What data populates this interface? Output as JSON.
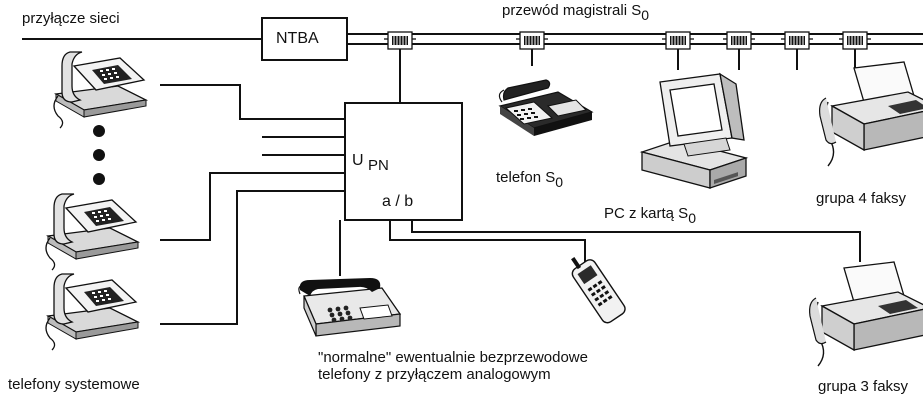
{
  "labels": {
    "mains": "przyłącze sieci",
    "bus": "przewód magistrali S",
    "bus_sub": "0",
    "ntba": "NTBA",
    "upn_main": "U",
    "upn_sub": "PN",
    "ab": "a / b",
    "s0_phone": "telefon S",
    "s0_phone_sub": "0",
    "pc": "PC z kartą S",
    "pc_sub": "0",
    "fax4": "grupa 4 faksy",
    "fax3": "grupa 3 faksy",
    "analog_line1": "\"normalne\" ewentualnie bezprzewodowe",
    "analog_line2": "telefony z przyłączem analogowym",
    "system_phones": "telefony systemowe"
  },
  "icons": {
    "connector": "isdn-socket-icon",
    "system_phone": "desk-phone-icon",
    "isdn_phone": "isdn-phone-icon",
    "pc": "desktop-pc-icon",
    "fax": "fax-machine-icon",
    "analog_phone": "analog-phone-icon",
    "cordless": "cordless-phone-icon"
  },
  "colors": {
    "line": "#111111",
    "device_light": "#e8e8e8",
    "device_mid": "#bdbdbd",
    "device_dark": "#222222"
  }
}
